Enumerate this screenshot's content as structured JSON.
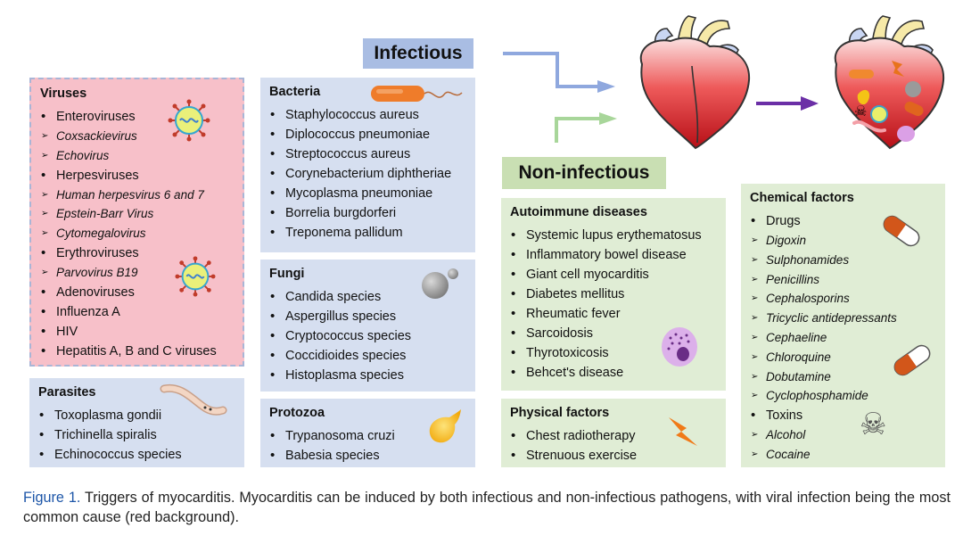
{
  "labels": {
    "infectious": "Infectious",
    "non_infectious": "Non-infectious"
  },
  "viruses": {
    "title": "Viruses",
    "items": [
      {
        "text": "Enteroviruses",
        "level": "main"
      },
      {
        "text": "Coxsackievirus",
        "level": "sub"
      },
      {
        "text": "Echovirus",
        "level": "sub"
      },
      {
        "text": "Herpesviruses",
        "level": "main"
      },
      {
        "text": "Human herpesvirus 6 and 7",
        "level": "sub"
      },
      {
        "text": "Epstein-Barr Virus",
        "level": "sub"
      },
      {
        "text": "Cytomegalovirus",
        "level": "sub"
      },
      {
        "text": "Erythroviruses",
        "level": "main"
      },
      {
        "text": "Parvovirus B19",
        "level": "sub"
      },
      {
        "text": "Adenoviruses",
        "level": "main"
      },
      {
        "text": "Influenza A",
        "level": "main"
      },
      {
        "text": "HIV",
        "level": "main"
      },
      {
        "text": "Hepatitis A, B and C viruses",
        "level": "main"
      }
    ]
  },
  "parasites": {
    "title": "Parasites",
    "items": [
      "Toxoplasma gondii",
      "Trichinella spiralis",
      "Echinococcus species"
    ]
  },
  "bacteria": {
    "title": "Bacteria",
    "items": [
      "Staphylococcus aureus",
      "Diplococcus pneumoniae",
      "Streptococcus aureus",
      "Corynebacterium diphtheriae",
      "Mycoplasma pneumoniae",
      "Borrelia burgdorferi",
      "Treponema pallidum"
    ]
  },
  "fungi": {
    "title": "Fungi",
    "items": [
      "Candida species",
      "Aspergillus species",
      "Cryptococcus species",
      "Coccidioides species",
      "Histoplasma species"
    ]
  },
  "protozoa": {
    "title": "Protozoa",
    "items": [
      "Trypanosoma cruzi",
      "Babesia species"
    ]
  },
  "autoimmune": {
    "title": "Autoimmune diseases",
    "items": [
      "Systemic lupus erythematosus",
      "Inflammatory bowel disease",
      "Giant cell myocarditis",
      "Diabetes mellitus",
      "Rheumatic fever",
      "Sarcoidosis",
      "Thyrotoxicosis",
      "Behcet's disease"
    ]
  },
  "physical": {
    "title": "Physical factors",
    "items": [
      "Chest radiotherapy",
      "Strenuous exercise"
    ]
  },
  "chemical": {
    "title": "Chemical factors",
    "items": [
      {
        "text": "Drugs",
        "level": "main"
      },
      {
        "text": "Digoxin",
        "level": "sub"
      },
      {
        "text": "Sulphonamides",
        "level": "sub"
      },
      {
        "text": "Penicillins",
        "level": "sub"
      },
      {
        "text": "Cephalosporins",
        "level": "sub"
      },
      {
        "text": "Tricyclic antidepressants",
        "level": "sub"
      },
      {
        "text": "Cephaeline",
        "level": "sub"
      },
      {
        "text": "Chloroquine",
        "level": "sub"
      },
      {
        "text": "Dobutamine",
        "level": "sub"
      },
      {
        "text": "Cyclophosphamide",
        "level": "sub"
      },
      {
        "text": "Toxins",
        "level": "main"
      },
      {
        "text": "Alcohol",
        "level": "sub"
      },
      {
        "text": "Cocaine",
        "level": "sub"
      }
    ]
  },
  "caption": {
    "figure_label": "Figure 1.",
    "text": " Triggers of myocarditis. Myocarditis can be induced by both infectious and non-infectious pathogens, with viral infection being the most common cause (red background)."
  },
  "colors": {
    "viruses_bg": "#f7c0c9",
    "infectious_bg": "#d6dff0",
    "noninfectious_bg": "#e0edd5",
    "infectious_tag": "#a9bde3",
    "noninfectious_tag": "#c9dfb3",
    "arrow_blue": "#8fa8de",
    "arrow_green": "#a8d69a",
    "arrow_purple": "#6b2fa6",
    "caption_label": "#1d56a8"
  },
  "icons": [
    "virus-icon",
    "bacterium-icon",
    "fungus-spore-icon",
    "parasite-worm-icon",
    "protozoan-icon",
    "immune-cell-icon",
    "lightning-icon",
    "capsule-icon",
    "skull-crossbones-icon",
    "heart-icon",
    "inflamed-heart-icon"
  ]
}
